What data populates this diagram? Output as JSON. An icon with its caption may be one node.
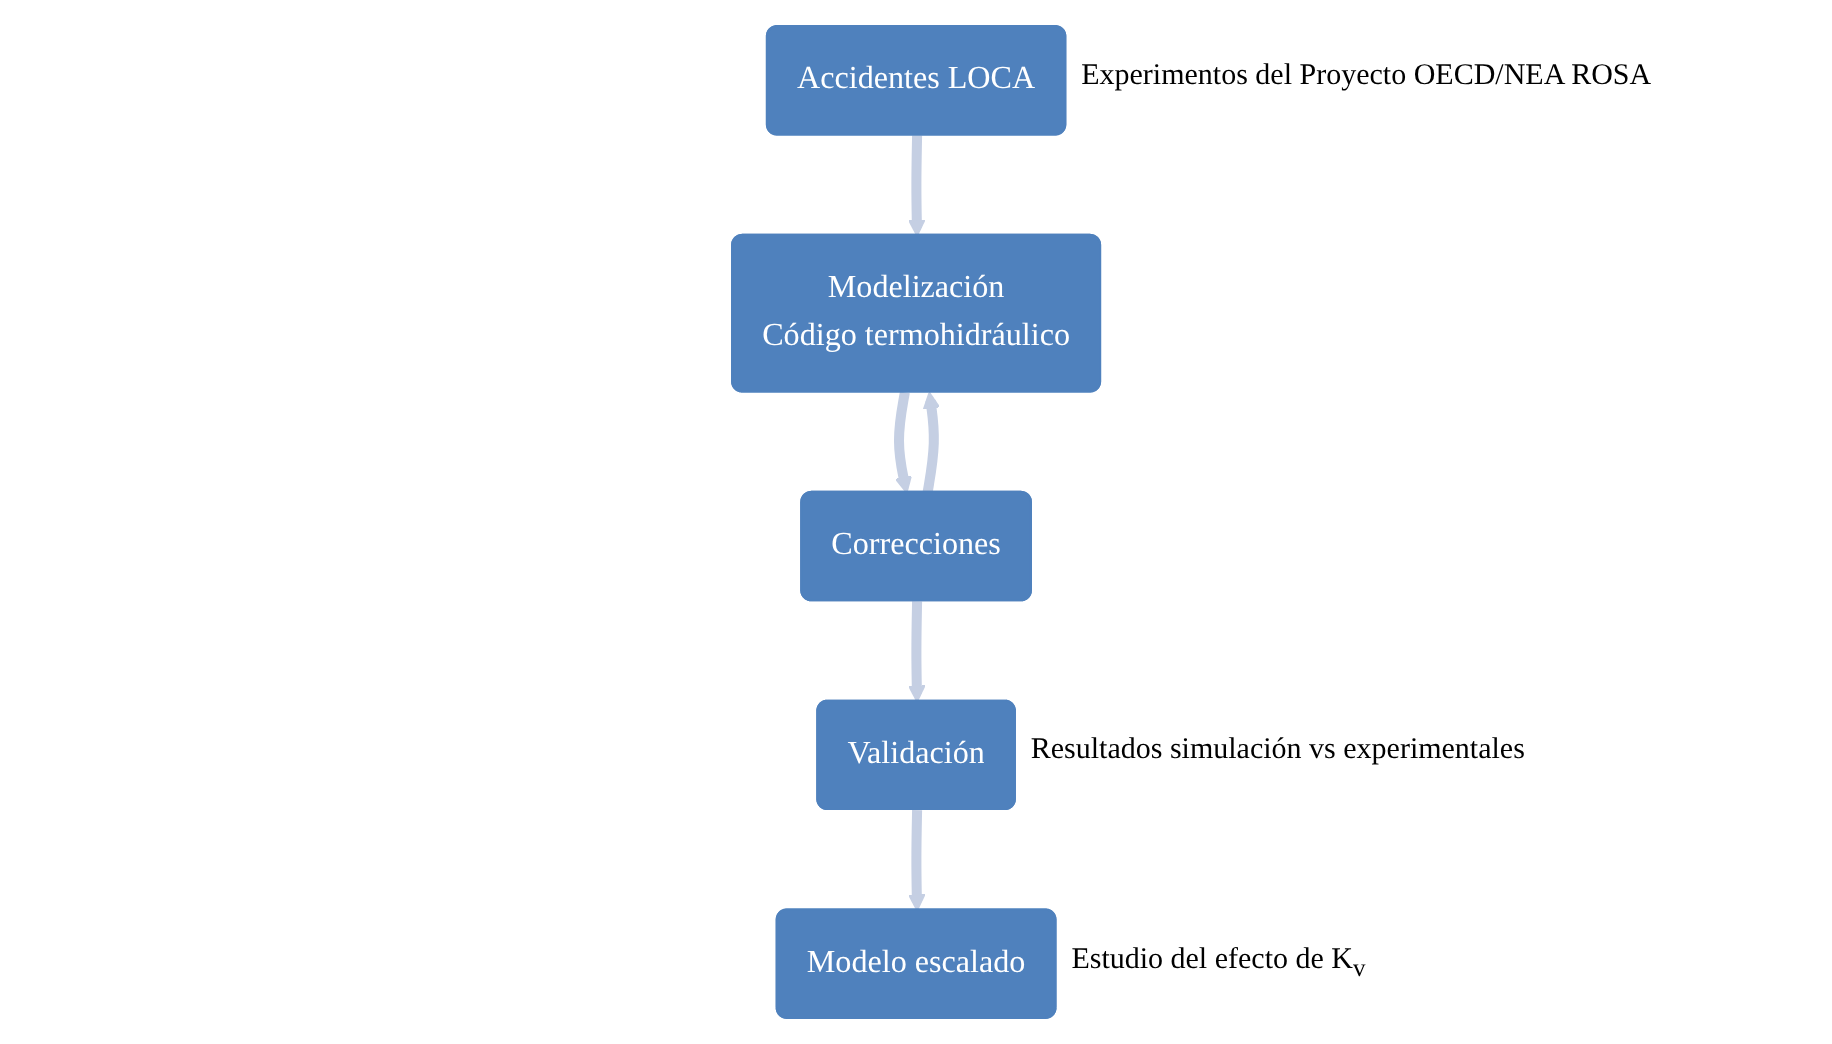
{
  "diagram": {
    "nodes": [
      {
        "text": [
          "Accidentes LOCA"
        ],
        "beside": [
          "Experimentos del Proyecto OECD/NEA ROSA"
        ]
      },
      {
        "text": [
          "Modelización",
          "Código termohidráulico"
        ]
      },
      {
        "text": [
          "Correcciones"
        ]
      },
      {
        "text": [
          "Validación"
        ],
        "beside": [
          "Resultados simulación vs experimentales"
        ]
      },
      {
        "text": [
          "Modelo escalado"
        ],
        "beside": [
          "Estudio del efecto de K$_{v}$"
        ]
      }
    ],
    "edges": [
      {
        "from": 0,
        "to": 1,
        "arrow": "to"
      },
      {
        "from": 1,
        "to": 2,
        "arrow": "to"
      },
      {
        "from": 2,
        "to": 1,
        "arrow": "to"
      },
      {
        "from": 2,
        "to": 3,
        "arrow": "to"
      },
      {
        "from": 3,
        "to": 4,
        "arrow": "to"
      }
    ]
  }
}
